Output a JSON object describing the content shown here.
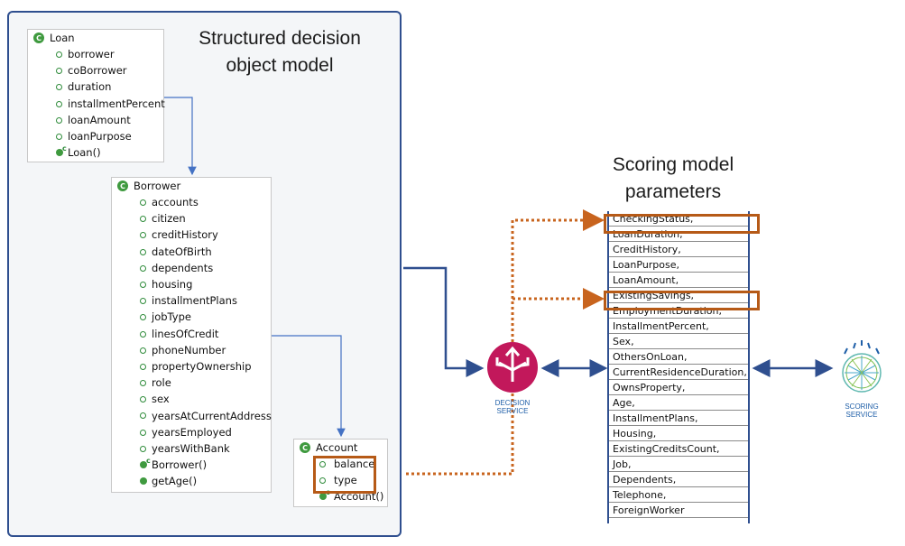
{
  "left_panel": {
    "title": "Structured decision object model",
    "loan": {
      "name": "Loan",
      "attributes": [
        "borrower",
        "coBorrower",
        "duration",
        "installmentPercent",
        "loanAmount",
        "loanPurpose"
      ],
      "constructor": "Loan()"
    },
    "borrower": {
      "name": "Borrower",
      "attributes": [
        "accounts",
        "citizen",
        "creditHistory",
        "dateOfBirth",
        "dependents",
        "housing",
        "installmentPlans",
        "jobType",
        "linesOfCredit",
        "phoneNumber",
        "propertyOwnership",
        "role",
        "sex",
        "yearsAtCurrentAddress",
        "yearsEmployed",
        "yearsWithBank"
      ],
      "constructor": "Borrower()",
      "method": "getAge()"
    },
    "account": {
      "name": "Account",
      "attributes": [
        "balance",
        "type"
      ],
      "constructor": "Account()"
    }
  },
  "right_panel": {
    "title": "Scoring model parameters",
    "parameters": [
      "CheckingStatus,",
      "LoanDuration,",
      "CreditHistory,",
      "LoanPurpose,",
      "LoanAmount,",
      "ExistingSavings,",
      "EmploymentDuration,",
      "InstallmentPercent,",
      "Sex,",
      "OthersOnLoan,",
      "CurrentResidenceDuration,",
      "OwnsProperty,",
      "Age,",
      "InstallmentPlans,",
      "Housing,",
      "ExistingCreditsCount,",
      "Job,",
      "Dependents,",
      "Telephone,",
      "ForeignWorker"
    ],
    "highlighted": [
      "CheckingStatus,",
      "ExistingSavings,"
    ]
  },
  "decision_service": {
    "line1": "DECISION",
    "line2": "SERVICE",
    "icon": "decision-service-icon",
    "color": "#c2185b"
  },
  "scoring_service": {
    "line1": "SCORING",
    "line2": "SERVICE",
    "icon": "scoring-service-icon"
  },
  "colors": {
    "frame": "#2f4f8f",
    "highlight": "#b65a17",
    "connector": "#4472c4",
    "class_icon": "#3f9a3f"
  }
}
